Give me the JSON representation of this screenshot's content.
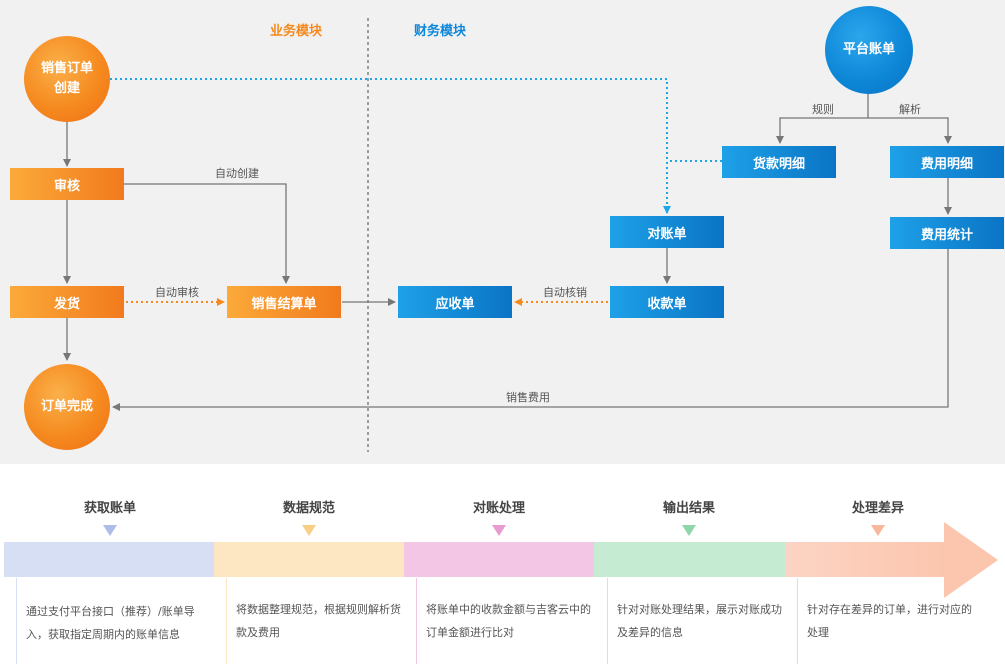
{
  "modules": {
    "business": "业务模块",
    "finance": "财务模块"
  },
  "nodes": {
    "sales_order_create": "销售订单\n创建",
    "review": "审核",
    "ship": "发货",
    "order_complete": "订单完成",
    "sales_settlement": "销售结算单",
    "receivable": "应收单",
    "reconciliation": "对账单",
    "receipt": "收款单",
    "platform_bill": "平台账单",
    "goods_detail": "货款明细",
    "fee_detail": "费用明细",
    "fee_stats": "费用统计"
  },
  "edge_labels": {
    "auto_create": "自动创建",
    "auto_review": "自动审核",
    "auto_writeoff": "自动核销",
    "rule": "规则",
    "parse": "解析",
    "sales_fee": "销售费用"
  },
  "steps": [
    {
      "title": "获取账单",
      "desc": "通过支付平台接口（推荐）/账单导入，获取指定周期内的账单信息",
      "band_color": "#d6dff3",
      "marker_color": "#aebde8"
    },
    {
      "title": "数据规范",
      "desc": "将数据整理规范，根据规则解析货款及费用",
      "band_color": "#fde7c3",
      "marker_color": "#f9cf88"
    },
    {
      "title": "对账处理",
      "desc": "将账单中的收款金额与吉客云中的订单金额进行比对",
      "band_color": "#f2c6e4",
      "marker_color": "#e79bd1"
    },
    {
      "title": "输出结果",
      "desc": "针对对账处理结果，展示对账成功及差异的信息",
      "band_color": "#c6ebd3",
      "marker_color": "#8fd6aa"
    },
    {
      "title": "处理差异",
      "desc": "针对存在差异的订单，进行对应的处理",
      "band_color": "#fcd4c4",
      "marker_color": "#f8b69c"
    }
  ],
  "colors": {
    "business_accent": "#f58a1f",
    "finance_accent": "#0e88d8",
    "arrow_band_end": "#fcc6ae"
  }
}
